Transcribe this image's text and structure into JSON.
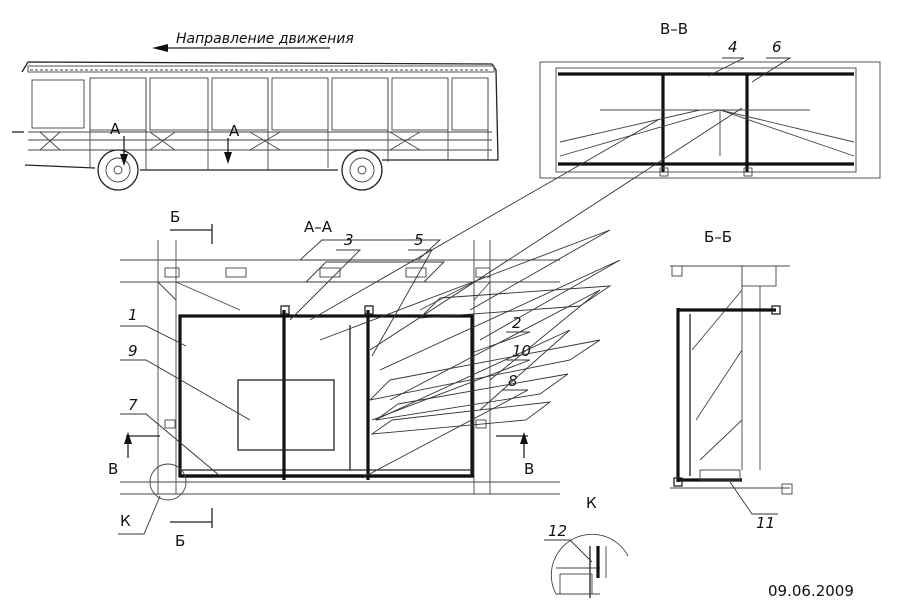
{
  "direction_label": "Направление движения",
  "sections": {
    "vv": "В–В",
    "aa": "А–А",
    "bb": "Б–Б",
    "k": "К"
  },
  "markers": {
    "a1": "А",
    "a2": "А",
    "b_top": "Б",
    "b_bottom": "Б",
    "v_left": "В",
    "v_right": "В",
    "k": "К"
  },
  "callouts": {
    "n1": "1",
    "n2": "2",
    "n3": "3",
    "n4": "4",
    "n5": "5",
    "n6": "6",
    "n7": "7",
    "n8": "8",
    "n9": "9",
    "n10": "10",
    "n11": "11",
    "n12": "12"
  },
  "date": "09.06.2009"
}
